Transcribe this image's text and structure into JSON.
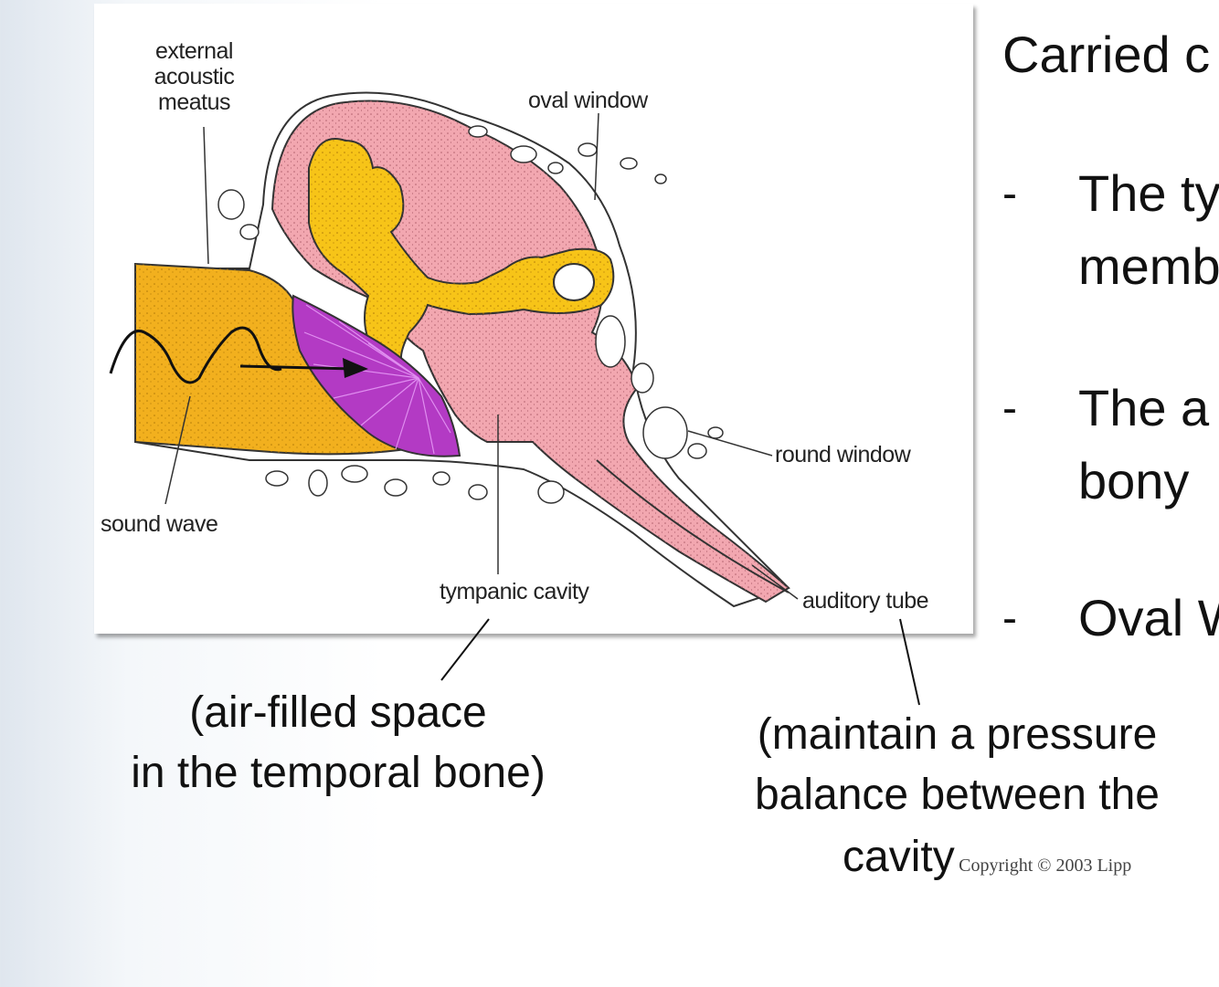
{
  "diagram": {
    "labels": {
      "external_acoustic_meatus": [
        "external",
        "acoustic",
        "meatus"
      ],
      "oval_window": "oval window",
      "round_window": "round window",
      "sound_wave": "sound wave",
      "tympanic_cavity": "tympanic cavity",
      "auditory_tube": "auditory tube"
    },
    "colors": {
      "canal": "#f2b01e",
      "tympanic_membrane": "#b33ac4",
      "ossicles": "#f7c418",
      "cavity": "#f2a7b0",
      "bone": "#ffffff"
    }
  },
  "slide": {
    "heading_partial": "Carried c",
    "bullets": [
      {
        "dash": "-",
        "lines": [
          "The ty",
          "memb"
        ]
      },
      {
        "dash": "-",
        "lines": [
          "The a",
          "bony"
        ]
      },
      {
        "dash": "-",
        "lines": [
          "Oval W"
        ]
      }
    ]
  },
  "captions": {
    "tympanic_cavity_note": [
      "(air-filled space",
      "in the temporal bone)"
    ],
    "auditory_tube_note": [
      "(maintain a pressure",
      "balance between the",
      "cavity"
    ],
    "copyright": "Copyright © 2003 Lipp"
  }
}
